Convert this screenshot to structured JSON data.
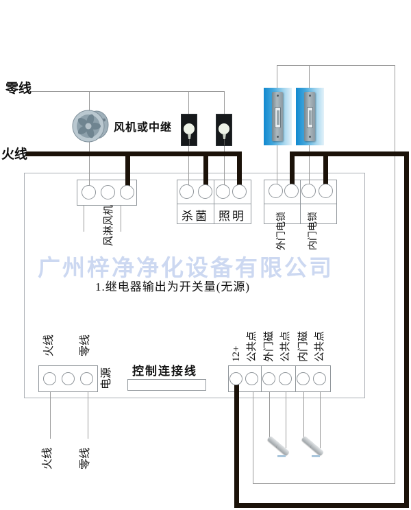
{
  "watermark": "广州梓净净化设备有限公司",
  "note": "1.继电器输出为开关量(无源)",
  "top": {
    "neutral_label": "零线",
    "live_label": "火线",
    "fan_label": "风机或中继"
  },
  "blocks": {
    "fan": {
      "label": "风淋风机"
    },
    "lamp": {
      "sections": [
        {
          "label": "杀菌"
        },
        {
          "label": "照明"
        }
      ]
    },
    "lock": {
      "sections": [
        {
          "label": "外门电锁"
        },
        {
          "label": "内门电锁"
        }
      ]
    },
    "power": {
      "label": "电源",
      "above": [
        "火线",
        "零线"
      ],
      "below": [
        "火线",
        "零线"
      ]
    },
    "control": {
      "label": "控制连接线"
    },
    "io": {
      "terminals": [
        "12+",
        "公共点",
        "外门磁",
        "公共点",
        "内门磁",
        "公共点"
      ]
    }
  },
  "colors": {
    "wire_thick": "#1b1209",
    "wire_thin": "#999999",
    "lock_blue": "#1189cf",
    "watermark": "#ccd8f1"
  }
}
